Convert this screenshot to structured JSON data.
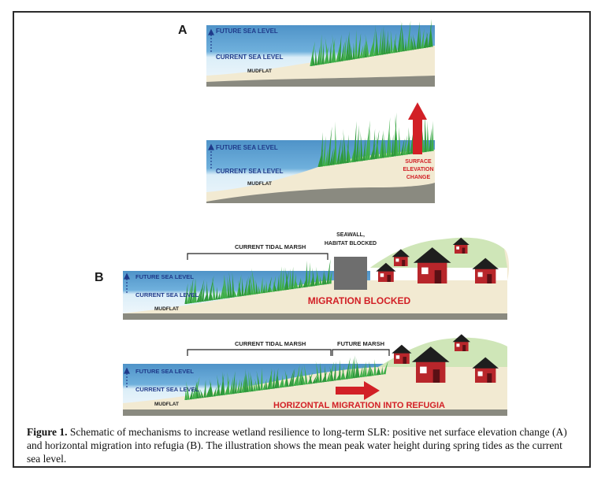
{
  "labels": {
    "future_sea_level": "FUTURE SEA LEVEL",
    "current_sea_level": "CURRENT SEA LEVEL",
    "mudflat": "MUDFLAT",
    "surface_elevation_change": [
      "SURFACE",
      "ELEVATION",
      "CHANGE"
    ],
    "current_tidal_marsh": "CURRENT TIDAL MARSH",
    "seawall": [
      "SEAWALL,",
      "HABITAT BLOCKED"
    ],
    "migration_blocked": "MIGRATION BLOCKED",
    "future_marsh": "FUTURE MARSH",
    "horizontal_migration": "HORIZONTAL MIGRATION INTO REFUGIA"
  },
  "panels": {
    "a": "A",
    "b": "B"
  },
  "caption": {
    "bold": "Figure 1.",
    "text": " Schematic of mechanisms to increase wetland resilience to long-term SLR: positive net surface elevation change (A) and horizontal migration into refugia (B). The illustration shows the mean peak water height during spring tides as the current sea level."
  },
  "colors": {
    "water": "#5f9fcf",
    "water_light": "#dcecf7",
    "sand": "#f2ead2",
    "ground": "#8a8a80",
    "grass": "#2f9a3c",
    "hill": "#cfe6b8",
    "house": "#b8262b",
    "roof": "#1e1e1e",
    "arrow": "#d22026",
    "label": "#1f3a8a"
  }
}
